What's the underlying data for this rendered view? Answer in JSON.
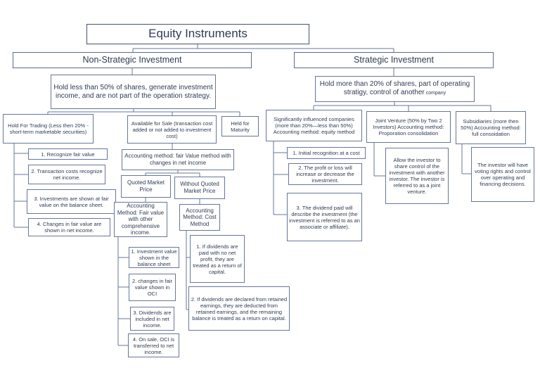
{
  "colors": {
    "border": "#66779a",
    "text": "#2e3c55",
    "background": "#ffffff"
  },
  "title": "Equity Instruments",
  "non_strategic": {
    "header": "Non-Strategic Investment",
    "description": "Hold less than 50% of shares, generate investment income, and are not part of the operation strategy.",
    "hold_for_trading": {
      "label": "Hold For Trading (Less then 20% -short-term marketable securities)",
      "items": [
        "1. Recognize fair value",
        "2. Transaction costs recognize net income.",
        "3. Investments are shown at fair value on the balance sheet.",
        "4. Changes in fair value are shown in net income."
      ]
    },
    "available_for_sale": {
      "label": "Available for Sale (transaction cost added or not added to investment cost)",
      "accounting_method": "Accounting method: fair Value method with changes in net income",
      "quoted_market_price": {
        "label": "Quoted Market Price",
        "method": "Accounting Method: Fair value with other comprehensive income.",
        "items": [
          "1. Investment value shown in the balance sheet",
          "2. changes in fair value shown in OCI",
          "3. Dividends are included in net income.",
          "4. On sale, OCI is transferred to net income."
        ]
      },
      "without_quoted_market_price": {
        "label": "Without Quoted Market Price",
        "method": "Accounting Method: Cost Method",
        "items": [
          "1. If dividends are paid with no net profit, they are treated as a return of capital.",
          "2. If dividends are declared from retained earnings, they are deducted from retained earnings, and the remaining balance is treated as a return on capital."
        ]
      }
    },
    "held_for_maturity": {
      "label": "Held for Maturity"
    }
  },
  "strategic": {
    "header": "Strategic Investment",
    "description": "Hold more than 20% of shares, part of operating stratigy, control of another",
    "description_suffix": "company",
    "significantly_influenced": {
      "label": "Significantly influenced companies (more than 20%—less than 50%) Accounting method: equity method",
      "items": [
        "1. Initial recognition at a cost",
        "2. The profit or loss will increase or decrease the investment.",
        "3. The dividend paid will describe the investment (the investment is referred to as an associate or affiliate)."
      ]
    },
    "joint_venture": {
      "label": "Joint Venture (50% by Two 2 Investors) Accounting method: Proporation consolidation",
      "note": "Allow the investor to share control of the investment with another investor. The investor is referred to as a joint venture."
    },
    "subsidiaries": {
      "label": "Subsidiaries (more then 50%) Accounting method: full consoidation",
      "note": "The investor will have voting rights and control over operating and financing decisions."
    }
  }
}
